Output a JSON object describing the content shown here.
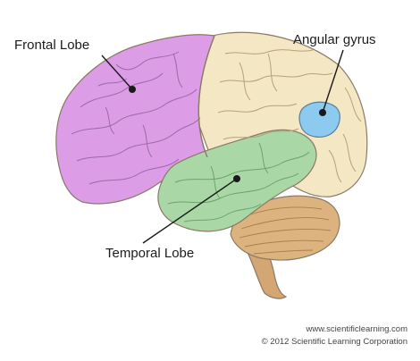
{
  "labels": {
    "frontal_lobe": "Frontal Lobe",
    "angular_gyrus": "Angular gyrus",
    "temporal_lobe": "Temporal Lobe"
  },
  "credits": {
    "url": "www.scientificlearning.com",
    "copyright": "© 2012 Scientific Learning Corporation"
  },
  "colors": {
    "frontal_lobe": "#dc9ce6",
    "parietal_occipital": "#f4e7c4",
    "temporal_lobe": "#a9d8a6",
    "angular_gyrus": "#8ccaf0",
    "cerebellum": "#dcb37e",
    "brainstem": "#d3a674",
    "outline": "#8a7a66",
    "leader_line": "#1a1a1a"
  }
}
